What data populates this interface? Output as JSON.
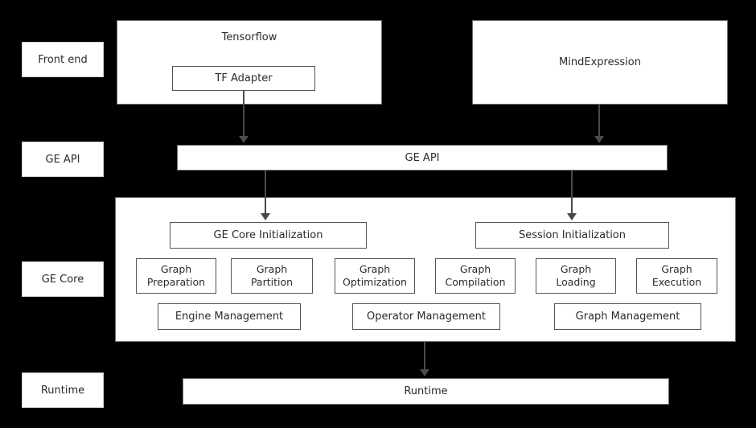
{
  "colors": {
    "background": "#000000",
    "box_fill": "#ffffff",
    "box_border": "#595959",
    "text": "#2b2b2b",
    "arrow": "#4a4a4a"
  },
  "row_labels": [
    {
      "label": "Front end"
    },
    {
      "label": "GE API"
    },
    {
      "label": "GE Core"
    },
    {
      "label": "Runtime"
    }
  ],
  "frontend": {
    "tensorflow_label": "Tensorflow",
    "tf_adapter_label": "TF Adapter",
    "mindexpression_label": "MindExpression"
  },
  "ge_api": {
    "label": "GE API"
  },
  "ge_core": {
    "init": [
      "GE Core Initialization",
      "Session Initialization"
    ],
    "modules": [
      "Graph Preparation",
      "Graph Partition",
      "Graph Optimization",
      "Graph Compilation",
      "Graph Loading",
      "Graph Execution"
    ],
    "management": [
      "Engine Management",
      "Operator Management",
      "Graph Management"
    ]
  },
  "runtime": {
    "label": "Runtime"
  }
}
